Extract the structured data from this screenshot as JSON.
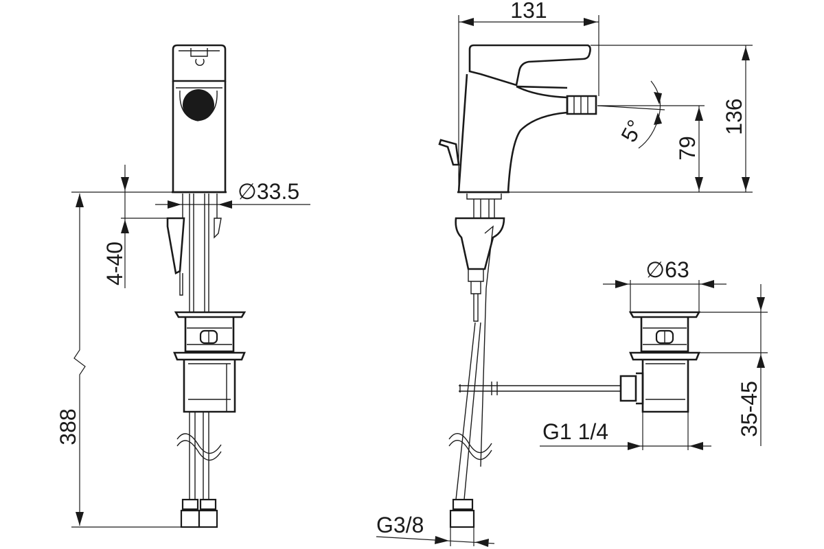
{
  "drawing": {
    "stroke_color": "#1a1a1a",
    "background": "#ffffff"
  },
  "dimensions": {
    "width_top": "131",
    "height_total": "136",
    "spout_height": "79",
    "spout_angle": "5°",
    "base_diameter": "∅33.5",
    "deck_thickness": "4-40",
    "supply_length": "388",
    "waste_diameter": "∅63",
    "waste_adjust": "35-45",
    "waste_thread": "G1 1/4",
    "supply_thread": "G3/8"
  }
}
